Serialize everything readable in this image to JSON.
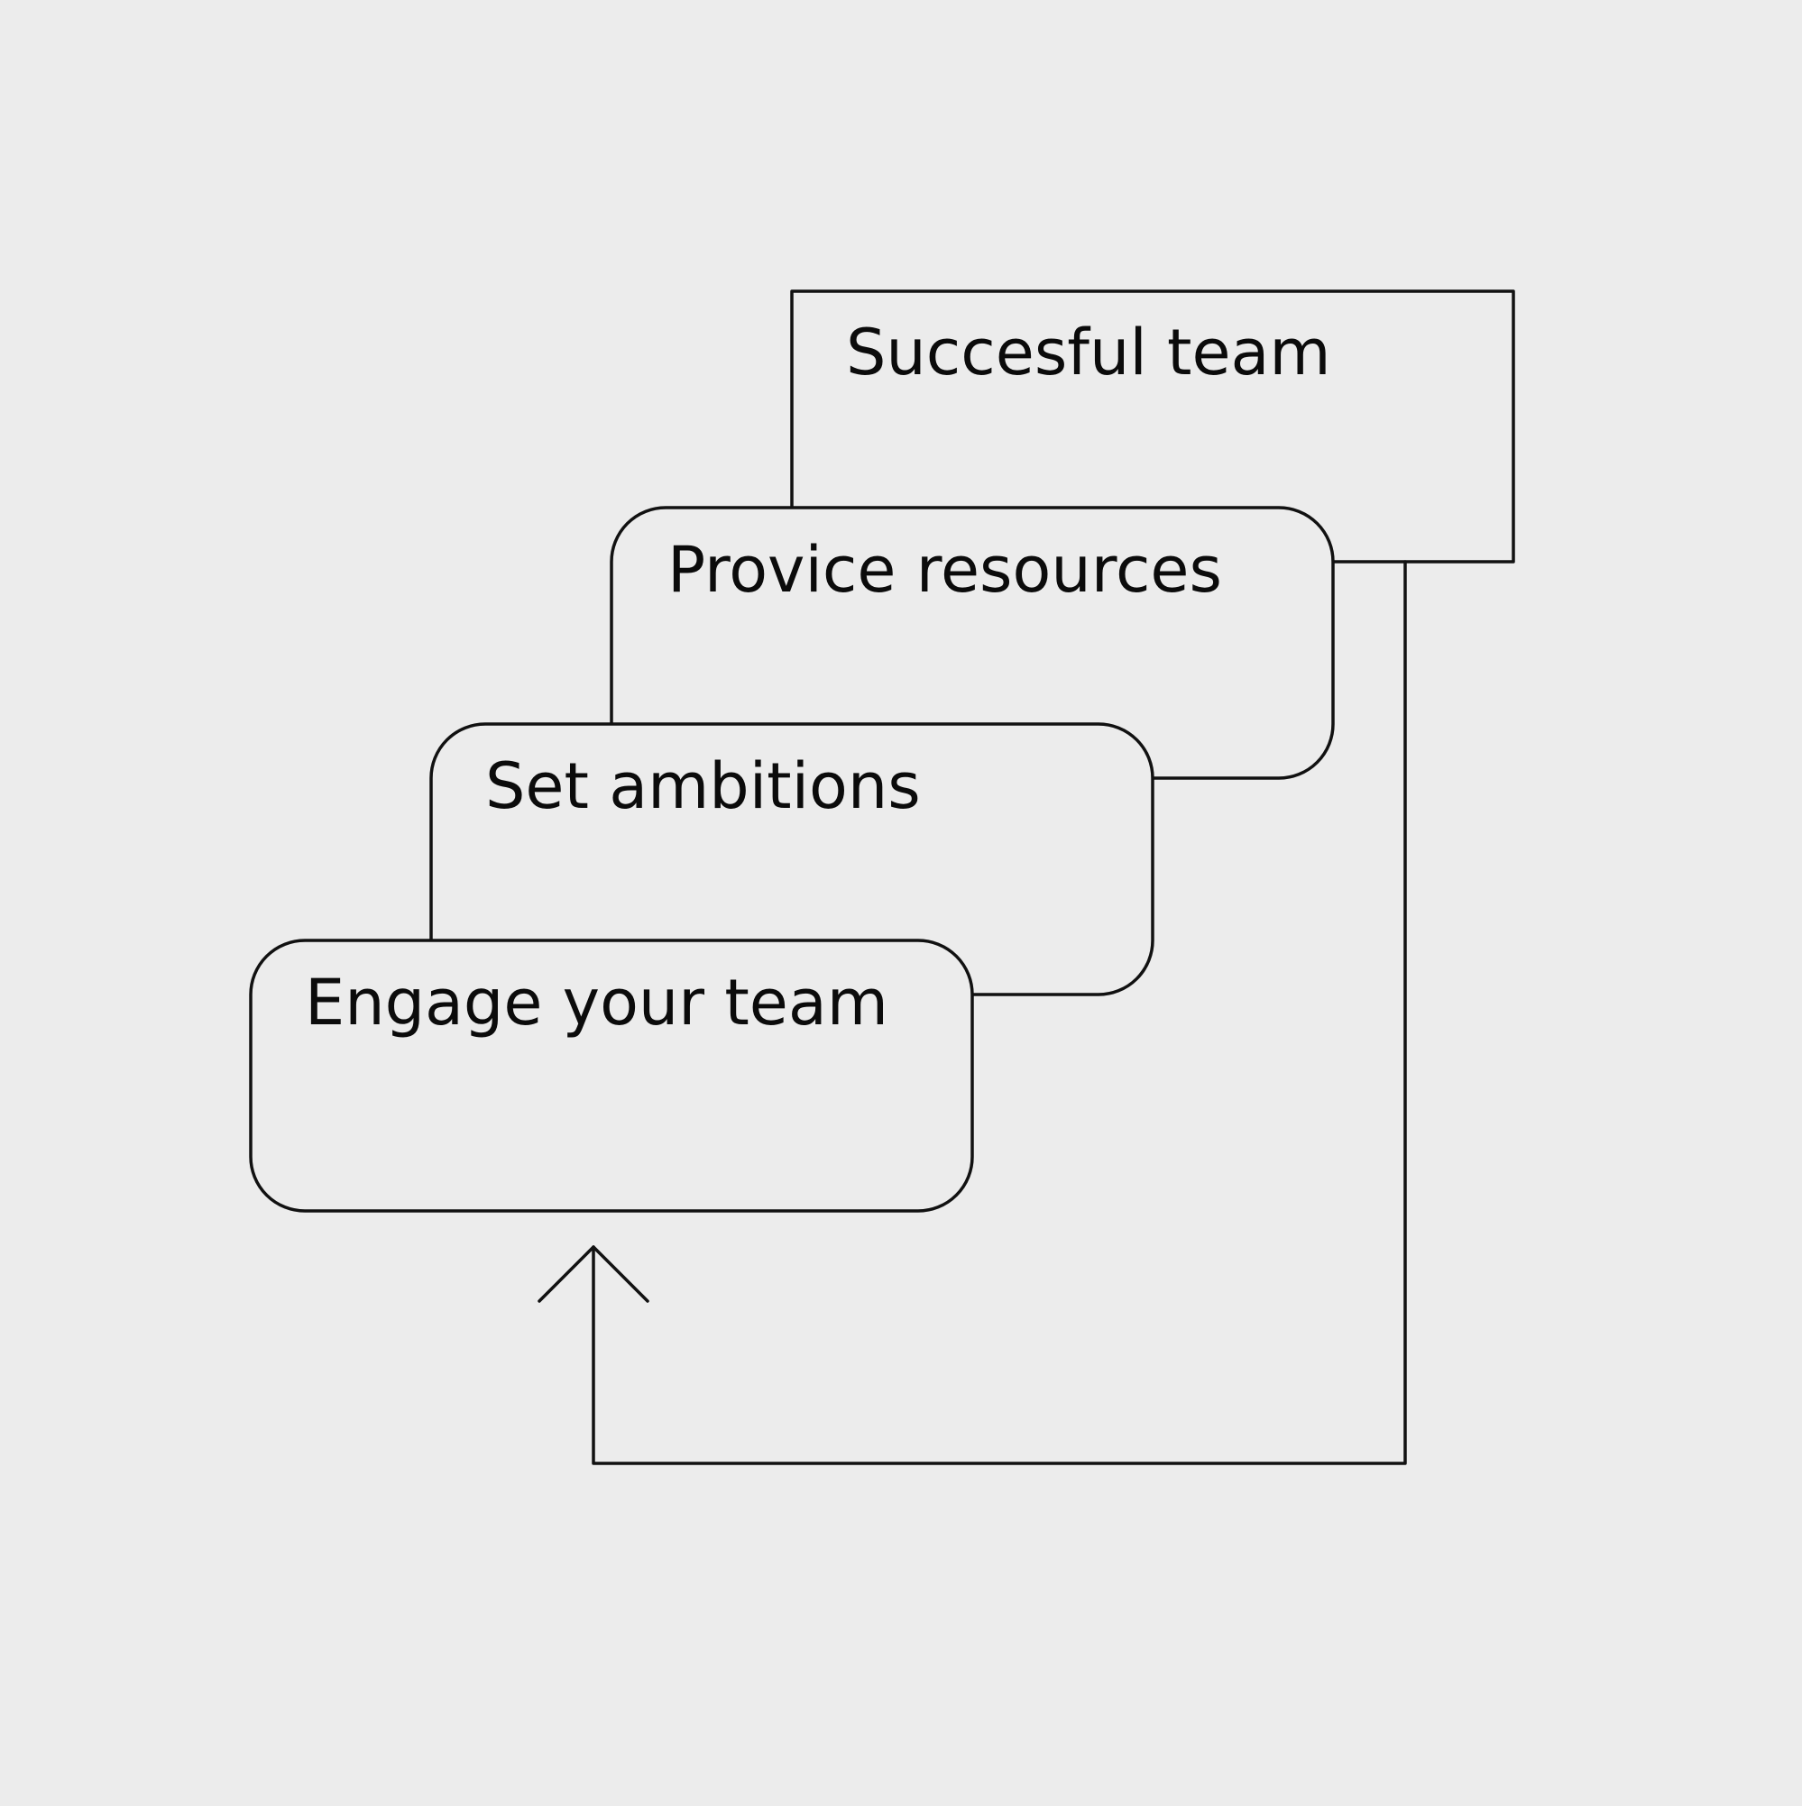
{
  "diagram": {
    "steps": [
      {
        "label": "Succesful team",
        "shape": "rectangle"
      },
      {
        "label": "Provice resources",
        "shape": "rounded-rectangle"
      },
      {
        "label": "Set ambitions",
        "shape": "rounded-rectangle"
      },
      {
        "label": "Engage your team",
        "shape": "rounded-rectangle"
      }
    ],
    "feedback_arrow": {
      "from": "Succesful team",
      "to": "Engage your team",
      "icon": "arrow-up-icon"
    }
  },
  "colors": {
    "background": "#ececec",
    "stroke": "#111111",
    "text": "#0b0b0b"
  }
}
